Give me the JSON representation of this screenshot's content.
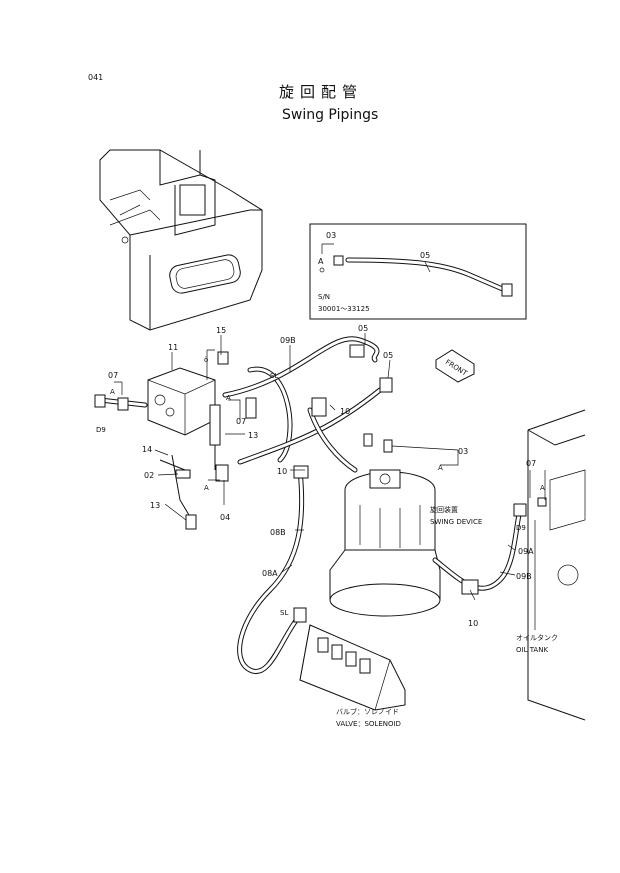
{
  "page_number": "041",
  "title_jp": "旋回配管",
  "title_en": "Swing Pipings",
  "inset": {
    "label_03": "03",
    "label_A": "A",
    "label_05": "05",
    "sn_label": "S/N",
    "sn_range": "30001～33125"
  },
  "callouts": {
    "c15": "15",
    "c11": "11",
    "c09B_top": "09B",
    "c05_top": "05",
    "c05_right": "05",
    "c07_left": "07",
    "c07_mid": "07",
    "c07_right": "07",
    "cA_left": "A",
    "cA_mid": "A",
    "cA_lower": "A",
    "cA_right": "A",
    "cA_tank": "A",
    "c15_sym": "ö",
    "cD9_left": "D9",
    "cD9_right": "D9",
    "c13_mid": "13",
    "c10_mid": "10",
    "c10_lower": "10",
    "c10_bottom": "10",
    "c14": "14",
    "c03": "03",
    "c02": "02",
    "c13_bottom": "13",
    "c04": "04",
    "c08B": "08B",
    "c08A": "08A",
    "c09A": "09A",
    "c09B_right": "09B",
    "sl_top": "SL",
    "sl_bottom": "SL"
  },
  "labels": {
    "swing_device_jp": "旋回装置",
    "swing_device_en": "SWING DEVICE",
    "oil_tank_jp": "オイルタンク",
    "oil_tank_en": "OIL TANK",
    "valve_jp": "バルブ：ソレノイド",
    "valve_en": "VALVE：SOLENOID",
    "front": "FRONT"
  }
}
